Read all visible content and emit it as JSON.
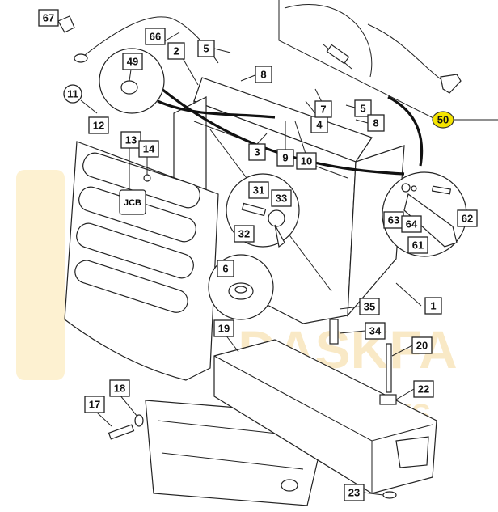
{
  "watermark": {
    "line1": "DASKFA",
    "line2": "DAUYS",
    "color": "#f4b400"
  },
  "callouts": [
    {
      "id": "67",
      "shape": "box"
    },
    {
      "id": "66",
      "shape": "box"
    },
    {
      "id": "49",
      "shape": "box"
    },
    {
      "id": "2",
      "shape": "box"
    },
    {
      "id": "5",
      "shape": "box"
    },
    {
      "id": "8",
      "shape": "box"
    },
    {
      "id": "11",
      "shape": "circle"
    },
    {
      "id": "12",
      "shape": "box"
    },
    {
      "id": "13",
      "shape": "box"
    },
    {
      "id": "14",
      "shape": "box"
    },
    {
      "id": "3",
      "shape": "box"
    },
    {
      "id": "9",
      "shape": "box"
    },
    {
      "id": "10",
      "shape": "box"
    },
    {
      "id": "4",
      "shape": "box"
    },
    {
      "id": "7",
      "shape": "box"
    },
    {
      "id": "5b",
      "label": "5",
      "shape": "box"
    },
    {
      "id": "8b",
      "label": "8",
      "shape": "box"
    },
    {
      "id": "50",
      "shape": "highlight"
    },
    {
      "id": "31",
      "shape": "box"
    },
    {
      "id": "33",
      "shape": "box"
    },
    {
      "id": "32",
      "shape": "box"
    },
    {
      "id": "63",
      "shape": "box"
    },
    {
      "id": "64",
      "shape": "box"
    },
    {
      "id": "62",
      "shape": "box"
    },
    {
      "id": "61",
      "shape": "box"
    },
    {
      "id": "6",
      "shape": "box"
    },
    {
      "id": "1",
      "shape": "box"
    },
    {
      "id": "35",
      "shape": "box"
    },
    {
      "id": "34",
      "shape": "box"
    },
    {
      "id": "19",
      "shape": "box"
    },
    {
      "id": "20",
      "shape": "box"
    },
    {
      "id": "22",
      "shape": "box"
    },
    {
      "id": "18",
      "shape": "box"
    },
    {
      "id": "17",
      "shape": "box"
    },
    {
      "id": "23",
      "shape": "box"
    }
  ],
  "badge_text": "JCB"
}
